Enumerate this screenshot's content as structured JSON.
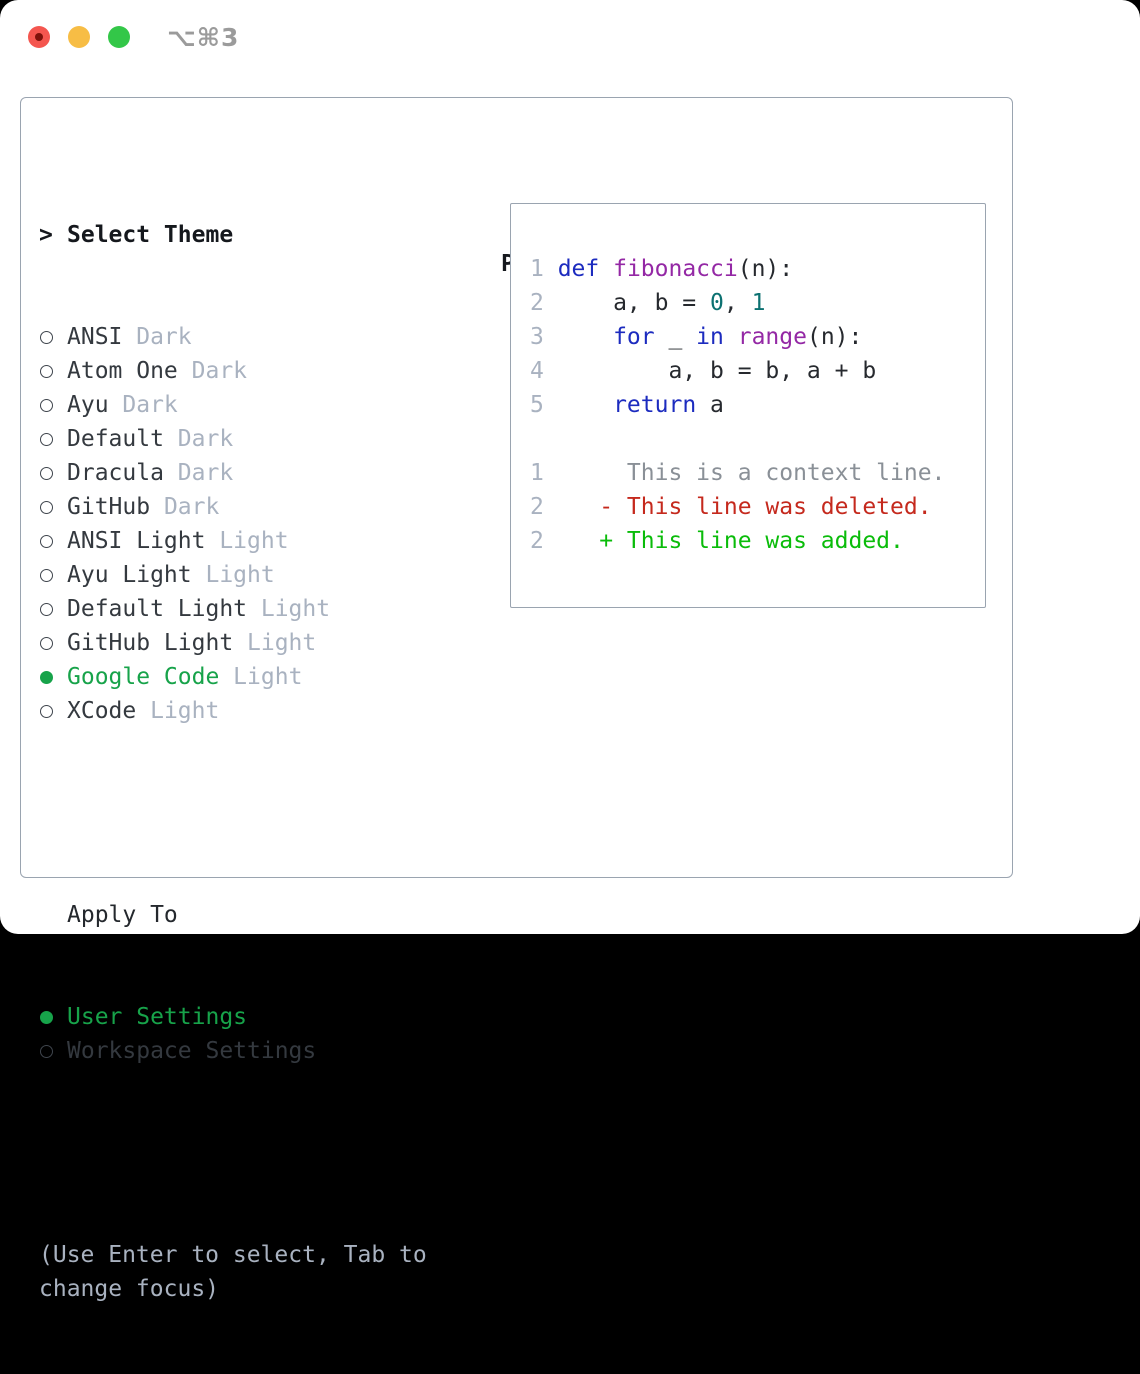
{
  "window": {
    "title": "⌥⌘3",
    "traffic_lights": [
      {
        "name": "close",
        "color": "#f4564f",
        "dot": "#7d120b"
      },
      {
        "name": "minimize",
        "color": "#f7bd45",
        "dot": ""
      },
      {
        "name": "zoom",
        "color": "#33c748",
        "dot": ""
      }
    ]
  },
  "theme_selector": {
    "header": {
      "marker": ">",
      "label": "Select Theme"
    },
    "themes": [
      {
        "name": "ANSI",
        "variant": "Dark",
        "selected": false
      },
      {
        "name": "Atom One",
        "variant": "Dark",
        "selected": false
      },
      {
        "name": "Ayu",
        "variant": "Dark",
        "selected": false
      },
      {
        "name": "Default",
        "variant": "Dark",
        "selected": false
      },
      {
        "name": "Dracula",
        "variant": "Dark",
        "selected": false
      },
      {
        "name": "GitHub",
        "variant": "Dark",
        "selected": false
      },
      {
        "name": "ANSI Light",
        "variant": "Light",
        "selected": false
      },
      {
        "name": "Ayu Light",
        "variant": "Light",
        "selected": false
      },
      {
        "name": "Default Light",
        "variant": "Light",
        "selected": false
      },
      {
        "name": "GitHub Light",
        "variant": "Light",
        "selected": false
      },
      {
        "name": "Google Code",
        "variant": "Light",
        "selected": true
      },
      {
        "name": "XCode",
        "variant": "Light",
        "selected": false
      }
    ],
    "apply_to": {
      "label": "Apply To",
      "options": [
        {
          "label": "User Settings",
          "selected": true
        },
        {
          "label": "Workspace Settings",
          "selected": false
        }
      ]
    },
    "hint_lines": [
      "(Use Enter to select, Tab to",
      "change focus)"
    ]
  },
  "preview": {
    "label": "Preview",
    "code_lines": [
      {
        "num": "1",
        "tokens": [
          [
            "def",
            "keyword"
          ],
          [
            " ",
            "plain"
          ],
          [
            "fibonacci",
            "function"
          ],
          [
            "(n):",
            "plain"
          ]
        ]
      },
      {
        "num": "2",
        "tokens": [
          [
            "    a, b = ",
            "plain"
          ],
          [
            "0",
            "number"
          ],
          [
            ", ",
            "plain"
          ],
          [
            "1",
            "number"
          ]
        ]
      },
      {
        "num": "3",
        "tokens": [
          [
            "    ",
            "plain"
          ],
          [
            "for",
            "keyword"
          ],
          [
            " _ ",
            "plain"
          ],
          [
            "in",
            "keyword"
          ],
          [
            " ",
            "plain"
          ],
          [
            "range",
            "function"
          ],
          [
            "(n):",
            "plain"
          ]
        ]
      },
      {
        "num": "4",
        "tokens": [
          [
            "        a, b = b, a + b",
            "plain"
          ]
        ]
      },
      {
        "num": "5",
        "tokens": [
          [
            "    ",
            "plain"
          ],
          [
            "return",
            "keyword"
          ],
          [
            " a",
            "plain"
          ]
        ]
      }
    ],
    "diff_lines": [
      {
        "num": "1",
        "prefix": "     ",
        "text": "This is a context line.",
        "type": "context"
      },
      {
        "num": "2",
        "prefix": "   - ",
        "text": "This line was deleted.",
        "type": "deleted"
      },
      {
        "num": "2",
        "prefix": "   + ",
        "text": "This line was added.",
        "type": "added"
      }
    ]
  },
  "colors": {
    "accent_green": "#17a34a",
    "keyword": "#1c2bbf",
    "function": "#9428a5",
    "number": "#0c7171",
    "plain": "#26292e",
    "muted": "#a9b2c0",
    "gutter": "#a9b2c0",
    "context": "#8a9097",
    "deleted": "#c5291d",
    "added": "#0abc0a",
    "border": "#9aa4b0",
    "title": "#9b9b9b"
  }
}
